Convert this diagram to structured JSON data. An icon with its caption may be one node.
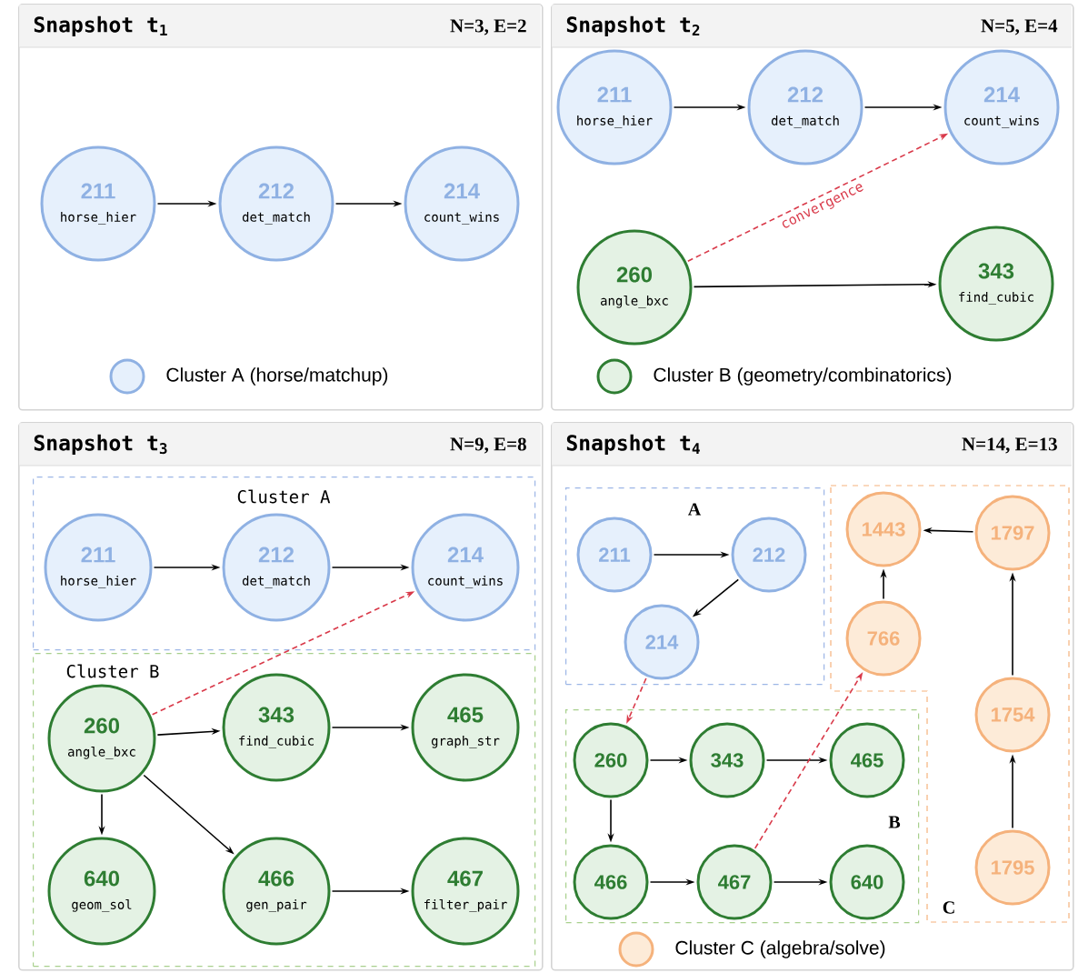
{
  "diagram": {
    "nodes": [
      {
        "text": [
          "Snapshot t$_{1}$",
          "N=3, E=2"
        ]
      },
      {
        "text": [
          "211",
          "horse_hier"
        ],
        "in": 0
      },
      {
        "text": [
          "212",
          "det_match"
        ],
        "in": 0
      },
      {
        "text": [
          "214",
          "count_wins"
        ],
        "in": 0
      },
      {
        "text": [
          "Snapshot t$_{2}$",
          "N=5, E=4"
        ]
      },
      {
        "text": [
          "211",
          "horse_hier"
        ],
        "in": 4
      },
      {
        "text": [
          "212",
          "det_match"
        ],
        "in": 4
      },
      {
        "text": [
          "214",
          "count_wins"
        ],
        "in": 4
      },
      {
        "text": [
          "260",
          "angle_bxc"
        ],
        "in": 4
      },
      {
        "text": [
          "343",
          "find_cubic"
        ],
        "in": 4
      },
      {
        "text": [
          "Snapshot t$_{3}$",
          "N=9, E=8"
        ]
      },
      {
        "text": [
          "Cluster A"
        ],
        "in": 10
      },
      {
        "text": [
          "211",
          "horse_hier"
        ],
        "in": 11
      },
      {
        "text": [
          "212",
          "det_match"
        ],
        "in": 11
      },
      {
        "text": [
          "214",
          "count_wins"
        ],
        "in": 11
      },
      {
        "text": [
          "Cluster B"
        ],
        "in": 10
      },
      {
        "text": [
          "260",
          "angle_bxc"
        ],
        "in": 15
      },
      {
        "text": [
          "343",
          "find_cubic"
        ],
        "in": 15
      },
      {
        "text": [
          "465",
          "graph_str"
        ],
        "in": 15
      },
      {
        "text": [
          "640",
          "geom_sol"
        ],
        "in": 15
      },
      {
        "text": [
          "466",
          "gen_pair"
        ],
        "in": 15
      },
      {
        "text": [
          "467",
          "filter_pair"
        ],
        "in": 15
      },
      {
        "text": [
          "Snapshot t$_{4}$",
          "N=14, E=13"
        ]
      },
      {
        "text": [
          "A"
        ],
        "in": 22
      },
      {
        "text": [
          "211"
        ],
        "in": 23
      },
      {
        "text": [
          "212"
        ],
        "in": 23
      },
      {
        "text": [
          "214"
        ],
        "in": 23
      },
      {
        "text": [
          "B"
        ],
        "in": 22
      },
      {
        "text": [
          "260"
        ],
        "in": 27
      },
      {
        "text": [
          "343"
        ],
        "in": 27
      },
      {
        "text": [
          "465"
        ],
        "in": 27
      },
      {
        "text": [
          "466"
        ],
        "in": 27
      },
      {
        "text": [
          "467"
        ],
        "in": 27
      },
      {
        "text": [
          "640"
        ],
        "in": 27
      },
      {
        "text": [
          "C"
        ],
        "in": 22
      },
      {
        "text": [
          "1443"
        ],
        "in": 34
      },
      {
        "text": [
          "1797"
        ],
        "in": 34
      },
      {
        "text": [
          "766"
        ],
        "in": 34
      },
      {
        "text": [
          "1754"
        ],
        "in": 34
      },
      {
        "text": [
          "1795"
        ],
        "in": 34
      }
    ],
    "edges": [
      {
        "from": 1,
        "to": 2,
        "arrow": "to"
      },
      {
        "from": 2,
        "to": 3,
        "arrow": "to"
      },
      {
        "from": 5,
        "to": 6,
        "arrow": "to"
      },
      {
        "from": 6,
        "to": 7,
        "arrow": "to"
      },
      {
        "from": 8,
        "to": 7,
        "arrow": "to",
        "label": "convergence",
        "style": "dashed",
        "color": "#d93a4a"
      },
      {
        "from": 8,
        "to": 9,
        "arrow": "to"
      },
      {
        "from": 12,
        "to": 13,
        "arrow": "to"
      },
      {
        "from": 13,
        "to": 14,
        "arrow": "to"
      },
      {
        "from": 16,
        "to": 14,
        "arrow": "to",
        "style": "dashed",
        "color": "#d93a4a"
      },
      {
        "from": 16,
        "to": 17,
        "arrow": "to"
      },
      {
        "from": 17,
        "to": 18,
        "arrow": "to"
      },
      {
        "from": 16,
        "to": 19,
        "arrow": "to"
      },
      {
        "from": 16,
        "to": 20,
        "arrow": "to"
      },
      {
        "from": 20,
        "to": 21,
        "arrow": "to"
      },
      {
        "from": 24,
        "to": 25,
        "arrow": "to"
      },
      {
        "from": 25,
        "to": 26,
        "arrow": "to"
      },
      {
        "from": 26,
        "to": 28,
        "arrow": "to",
        "style": "dashed",
        "color": "#d93a4a"
      },
      {
        "from": 28,
        "to": 29,
        "arrow": "to"
      },
      {
        "from": 29,
        "to": 30,
        "arrow": "to"
      },
      {
        "from": 28,
        "to": 31,
        "arrow": "to"
      },
      {
        "from": 31,
        "to": 32,
        "arrow": "to"
      },
      {
        "from": 32,
        "to": 33,
        "arrow": "to"
      },
      {
        "from": 32,
        "to": 37,
        "arrow": "to",
        "style": "dashed",
        "color": "#d93a4a"
      },
      {
        "from": 37,
        "to": 35,
        "arrow": "to"
      },
      {
        "from": 36,
        "to": 35,
        "arrow": "to"
      },
      {
        "from": 38,
        "to": 36,
        "arrow": "to"
      },
      {
        "from": 39,
        "to": 38,
        "arrow": "to"
      }
    ],
    "legend": [
      {
        "text": "Cluster A (horse/matchup)",
        "color": "#e6f0fc"
      },
      {
        "text": "Cluster B (geometry/combinatorics)",
        "color": "#e4f2e4"
      },
      {
        "text": "Cluster C (algebra/solve)",
        "color": "#fdebd8"
      }
    ]
  }
}
